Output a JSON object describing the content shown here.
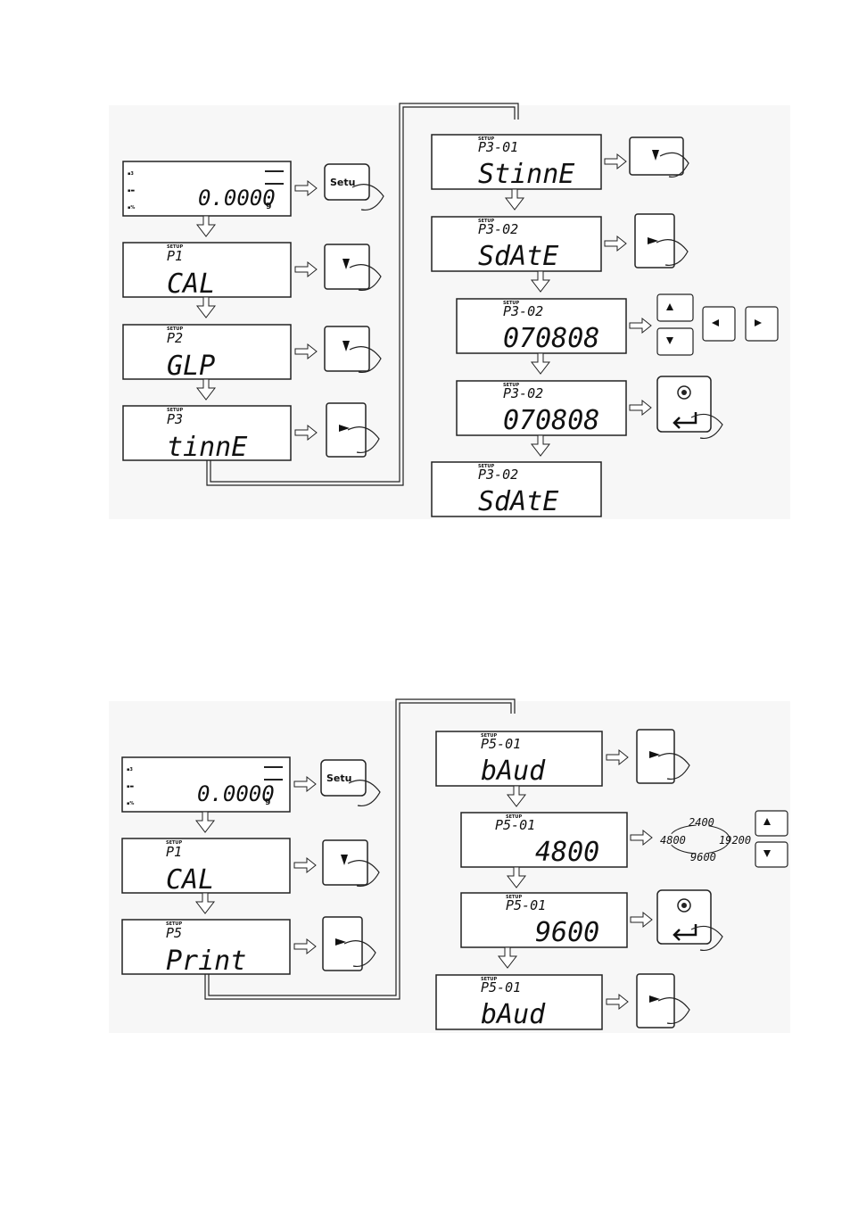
{
  "top_flow": {
    "main": [
      {
        "setup": "",
        "code": "",
        "text": "0.0000",
        "unit": "g",
        "key": "setup"
      },
      {
        "setup": "SETUP",
        "code": "P1",
        "text": "CAL",
        "key": "down"
      },
      {
        "setup": "SETUP",
        "code": "P2",
        "text": "GLP",
        "key": "down"
      },
      {
        "setup": "SETUP",
        "code": "P3",
        "text": "tinnE",
        "key": "right"
      }
    ],
    "sub": [
      {
        "setup": "SETUP",
        "code": "P3-01",
        "text": "StinnE",
        "key": "down"
      },
      {
        "setup": "SETUP",
        "code": "P3-02",
        "text": "SdAtE",
        "key": "right"
      },
      {
        "setup": "SETUP",
        "code": "P3-02",
        "text": "070808",
        "key": "up-down-left-right"
      },
      {
        "setup": "SETUP",
        "code": "P3-02",
        "text": "070808",
        "key": "enter"
      },
      {
        "setup": "SETUP",
        "code": "P3-02",
        "text": "SdAtE",
        "key": ""
      }
    ]
  },
  "bottom_flow": {
    "main": [
      {
        "setup": "",
        "code": "",
        "text": "0.0000",
        "unit": "g",
        "key": "setup"
      },
      {
        "setup": "SETUP",
        "code": "P1",
        "text": "CAL",
        "key": "down"
      },
      {
        "setup": "SETUP",
        "code": "P5",
        "text": "Print",
        "key": "right"
      }
    ],
    "sub": [
      {
        "setup": "SETUP",
        "code": "P5-01",
        "text": "bAud",
        "key": "down"
      },
      {
        "setup": "SETUP",
        "code": "P5-01",
        "text": "4800",
        "key": "baud-cycle"
      },
      {
        "setup": "SETUP",
        "code": "P5-01",
        "text": "9600",
        "key": "enter"
      },
      {
        "setup": "SETUP",
        "code": "P5-01",
        "text": "bAud",
        "key": "right"
      }
    ],
    "baud_cycle": [
      "2400",
      "4800",
      "19200",
      "9600"
    ]
  },
  "keys": {
    "setup_label": "Setu"
  },
  "colors": {
    "line": "#222222",
    "panel_bg": "#f7f7f7"
  }
}
